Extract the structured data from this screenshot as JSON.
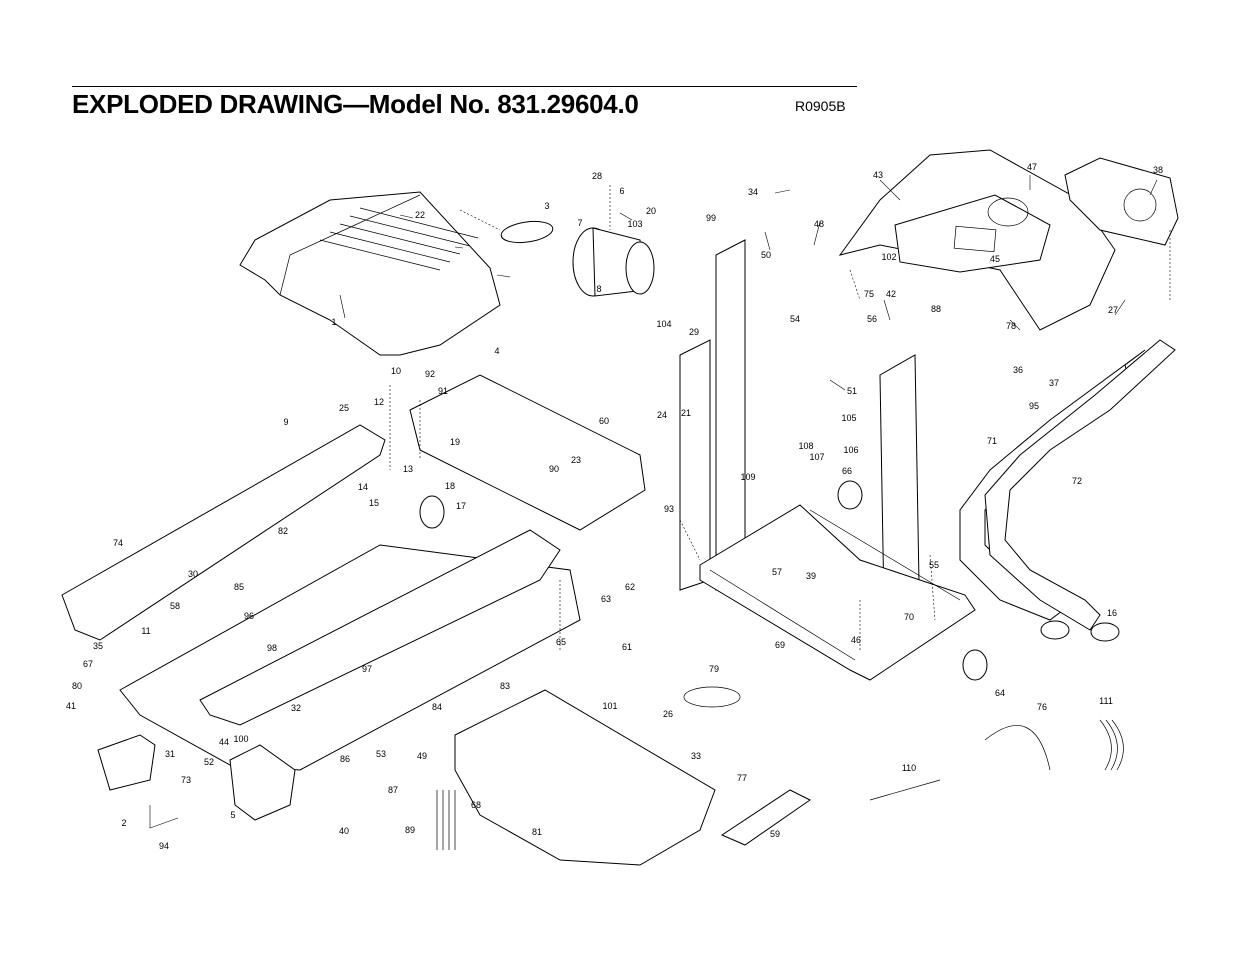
{
  "header": {
    "title": "EXPLODED DRAWING—Model No. 831.29604.0",
    "code": "R0905B"
  },
  "callouts": [
    "1",
    "2",
    "3",
    "4",
    "5",
    "6",
    "7",
    "8",
    "9",
    "10",
    "11",
    "12",
    "13",
    "14",
    "15",
    "16",
    "17",
    "18",
    "19",
    "20",
    "21",
    "22",
    "23",
    "24",
    "25",
    "26",
    "27",
    "28",
    "29",
    "30",
    "31",
    "32",
    "33",
    "34",
    "35",
    "36",
    "37",
    "38",
    "39",
    "40",
    "41",
    "42",
    "43",
    "44",
    "45",
    "46",
    "47",
    "48",
    "49",
    "50",
    "51",
    "52",
    "53",
    "54",
    "55",
    "56",
    "57",
    "58",
    "59",
    "60",
    "61",
    "62",
    "63",
    "64",
    "65",
    "66",
    "67",
    "68",
    "69",
    "70",
    "71",
    "72",
    "73",
    "74",
    "75",
    "76",
    "77",
    "78",
    "79",
    "80",
    "81",
    "82",
    "83",
    "84",
    "85",
    "86",
    "87",
    "88",
    "89",
    "90",
    "91",
    "92",
    "93",
    "94",
    "95",
    "96",
    "97",
    "98",
    "99",
    "100",
    "101",
    "102",
    "103",
    "104",
    "105",
    "106",
    "107",
    "108",
    "109",
    "110",
    "111"
  ]
}
